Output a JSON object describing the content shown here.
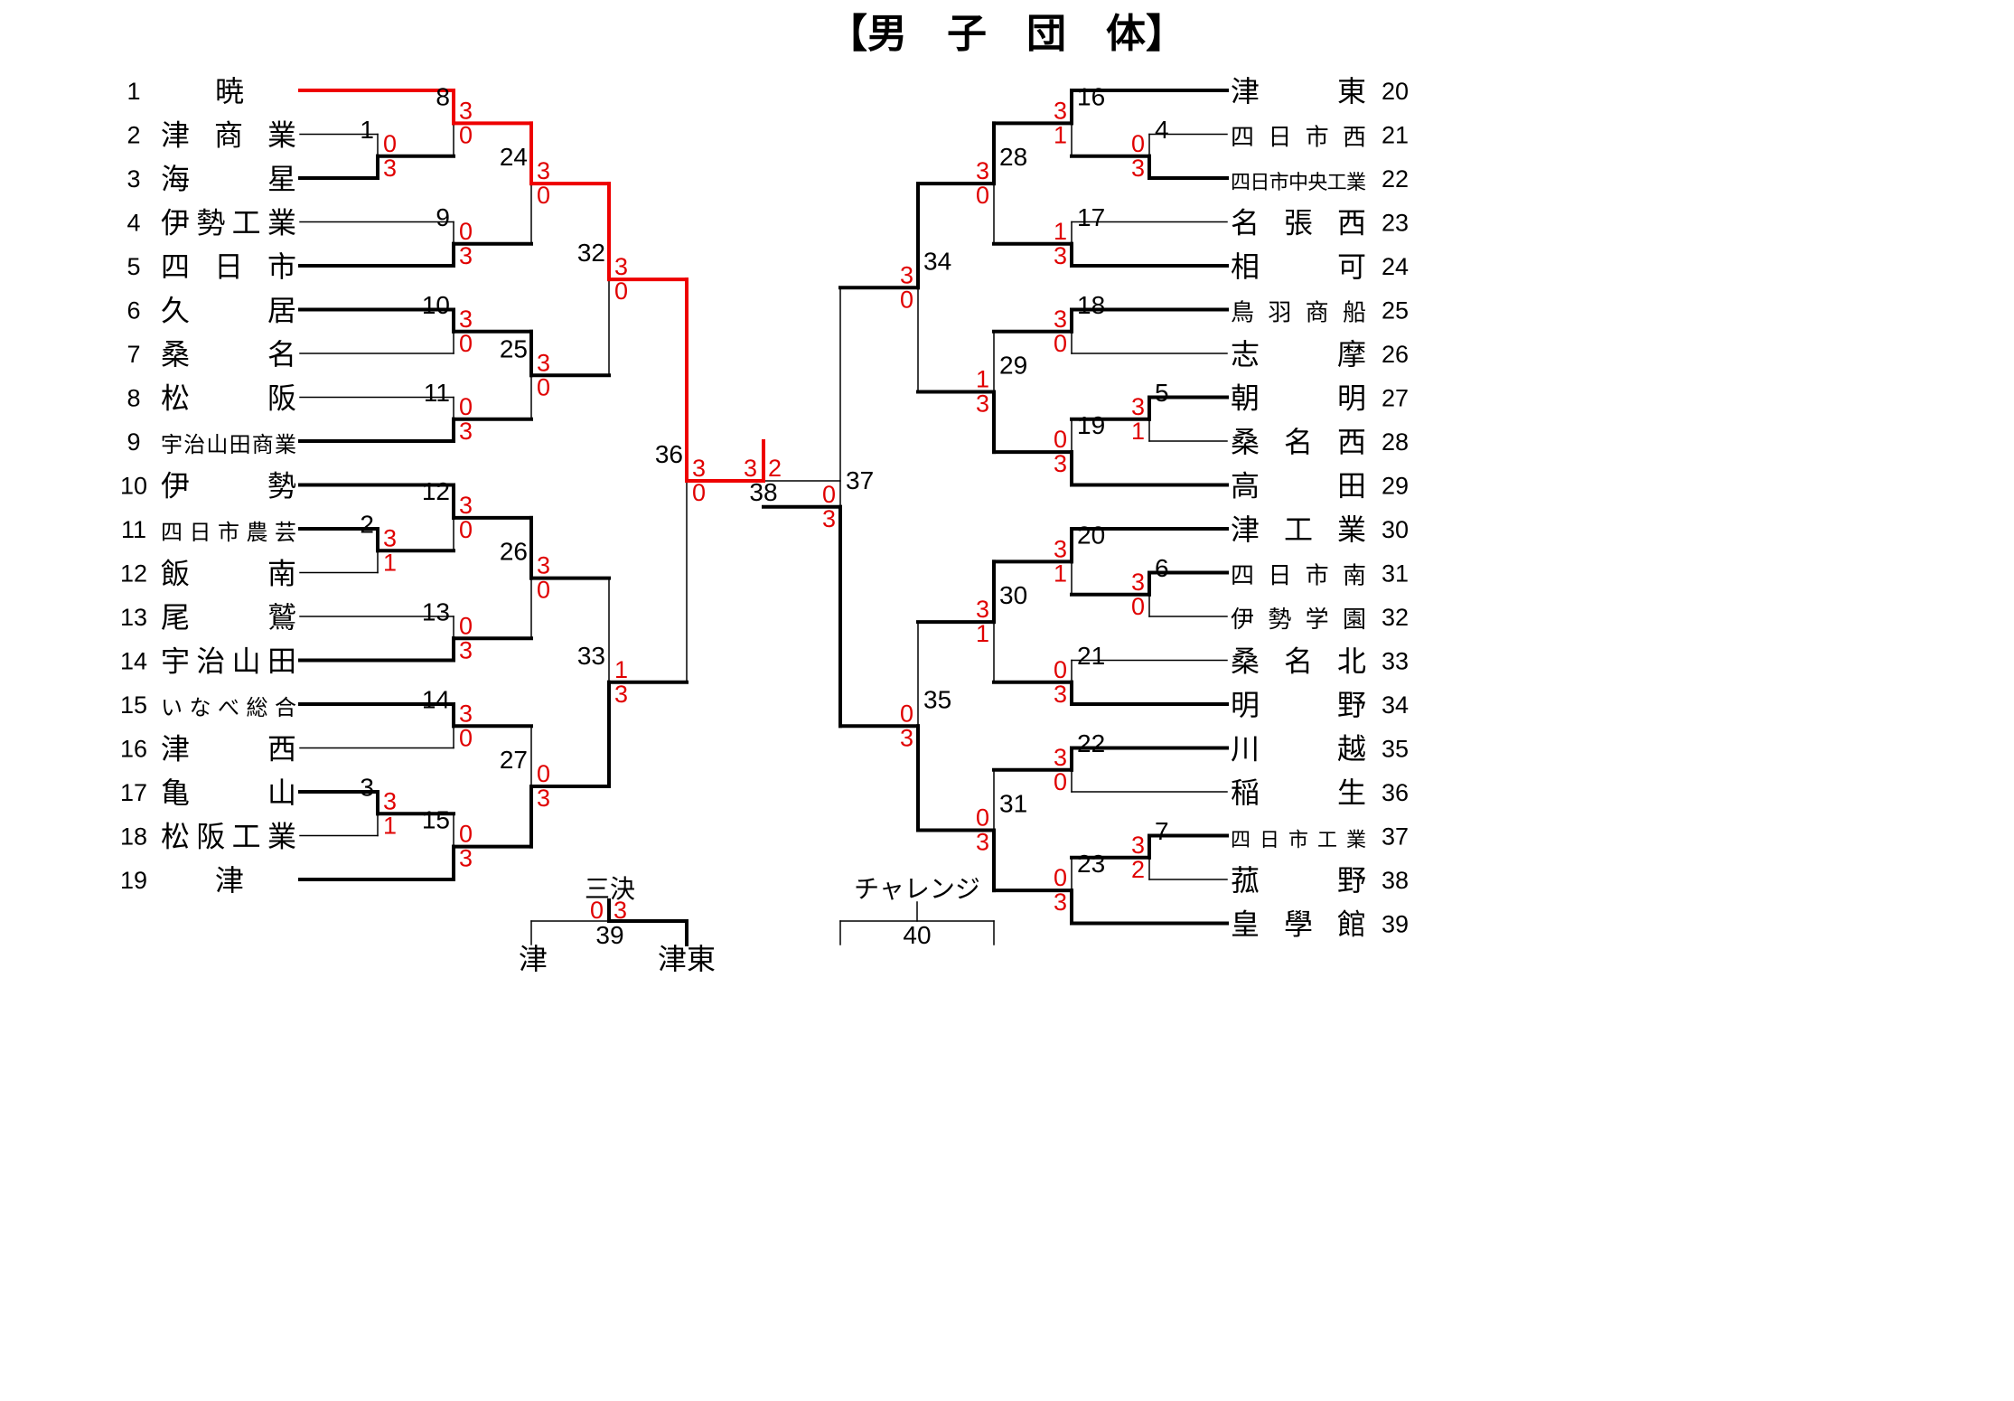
{
  "title": "【男　子　団　体】",
  "left_teams": [
    {
      "seed": "1",
      "name": "暁"
    },
    {
      "seed": "2",
      "name": "津商業"
    },
    {
      "seed": "3",
      "name": "海星"
    },
    {
      "seed": "4",
      "name": "伊勢工業"
    },
    {
      "seed": "5",
      "name": "四日市"
    },
    {
      "seed": "6",
      "name": "久居"
    },
    {
      "seed": "7",
      "name": "桑名"
    },
    {
      "seed": "8",
      "name": "松阪"
    },
    {
      "seed": "9",
      "name": "宇治山田商業"
    },
    {
      "seed": "10",
      "name": "伊勢"
    },
    {
      "seed": "11",
      "name": "四日市農芸"
    },
    {
      "seed": "12",
      "name": "飯南"
    },
    {
      "seed": "13",
      "name": "尾鷲"
    },
    {
      "seed": "14",
      "name": "宇治山田"
    },
    {
      "seed": "15",
      "name": "いなべ総合"
    },
    {
      "seed": "16",
      "name": "津西"
    },
    {
      "seed": "17",
      "name": "亀山"
    },
    {
      "seed": "18",
      "name": "松阪工業"
    },
    {
      "seed": "19",
      "name": "津"
    }
  ],
  "right_teams": [
    {
      "seed": "20",
      "name": "津東"
    },
    {
      "seed": "21",
      "name": "四日市西"
    },
    {
      "seed": "22",
      "name": "四日市中央工業"
    },
    {
      "seed": "23",
      "name": "名張西"
    },
    {
      "seed": "24",
      "name": "相可"
    },
    {
      "seed": "25",
      "name": "鳥羽商船"
    },
    {
      "seed": "26",
      "name": "志摩"
    },
    {
      "seed": "27",
      "name": "朝明"
    },
    {
      "seed": "28",
      "name": "桑名西"
    },
    {
      "seed": "29",
      "name": "高田"
    },
    {
      "seed": "30",
      "name": "津工業"
    },
    {
      "seed": "31",
      "name": "四日市南"
    },
    {
      "seed": "32",
      "name": "伊勢学園"
    },
    {
      "seed": "33",
      "name": "桑名北"
    },
    {
      "seed": "34",
      "name": "明野"
    },
    {
      "seed": "35",
      "name": "川越"
    },
    {
      "seed": "36",
      "name": "稲生"
    },
    {
      "seed": "37",
      "name": "四日市工業"
    },
    {
      "seed": "38",
      "name": "菰野"
    },
    {
      "seed": "39",
      "name": "皇學館"
    }
  ],
  "matches": [
    {
      "no": "1",
      "top": "0",
      "bot": "3"
    },
    {
      "no": "2",
      "top": "3",
      "bot": "1"
    },
    {
      "no": "3",
      "top": "3",
      "bot": "1"
    },
    {
      "no": "4",
      "top": "0",
      "bot": "3"
    },
    {
      "no": "5",
      "top": "3",
      "bot": "1"
    },
    {
      "no": "6",
      "top": "3",
      "bot": "0"
    },
    {
      "no": "7",
      "top": "3",
      "bot": "2"
    },
    {
      "no": "8",
      "top": "3",
      "bot": "0"
    },
    {
      "no": "9",
      "top": "0",
      "bot": "3"
    },
    {
      "no": "10",
      "top": "3",
      "bot": "0"
    },
    {
      "no": "11",
      "top": "0",
      "bot": "3"
    },
    {
      "no": "12",
      "top": "3",
      "bot": "0"
    },
    {
      "no": "13",
      "top": "0",
      "bot": "3"
    },
    {
      "no": "14",
      "top": "3",
      "bot": "0"
    },
    {
      "no": "15",
      "top": "0",
      "bot": "3"
    },
    {
      "no": "16",
      "top": "3",
      "bot": "1"
    },
    {
      "no": "17",
      "top": "1",
      "bot": "3"
    },
    {
      "no": "18",
      "top": "3",
      "bot": "0"
    },
    {
      "no": "19",
      "top": "0",
      "bot": "3"
    },
    {
      "no": "20",
      "top": "3",
      "bot": "1"
    },
    {
      "no": "21",
      "top": "0",
      "bot": "3"
    },
    {
      "no": "22",
      "top": "3",
      "bot": "0"
    },
    {
      "no": "23",
      "top": "0",
      "bot": "3"
    },
    {
      "no": "24",
      "top": "3",
      "bot": "0"
    },
    {
      "no": "25",
      "top": "3",
      "bot": "0"
    },
    {
      "no": "26",
      "top": "3",
      "bot": "0"
    },
    {
      "no": "27",
      "top": "0",
      "bot": "3"
    },
    {
      "no": "28",
      "top": "3",
      "bot": "0"
    },
    {
      "no": "29",
      "top": "1",
      "bot": "3"
    },
    {
      "no": "30",
      "top": "3",
      "bot": "1"
    },
    {
      "no": "31",
      "top": "0",
      "bot": "3"
    },
    {
      "no": "32",
      "top": "3",
      "bot": "0"
    },
    {
      "no": "33",
      "top": "1",
      "bot": "3"
    },
    {
      "no": "34",
      "top": "3",
      "bot": "0"
    },
    {
      "no": "35",
      "top": "0",
      "bot": "3"
    },
    {
      "no": "36",
      "top": "3",
      "bot": "0"
    },
    {
      "no": "37",
      "top": "0",
      "bot": "3"
    }
  ],
  "final": {
    "no": "38",
    "left": "3",
    "right": "2"
  },
  "third_place": {
    "label": "三決",
    "no": "39",
    "left_score": "0",
    "right_score": "3",
    "left_team": "津",
    "right_team": "津東"
  },
  "challenge": {
    "label": "チャレンジ",
    "no": "40"
  },
  "colors": {
    "winner_path": "#ee0000",
    "score": "#e00000",
    "line": "#000000"
  }
}
